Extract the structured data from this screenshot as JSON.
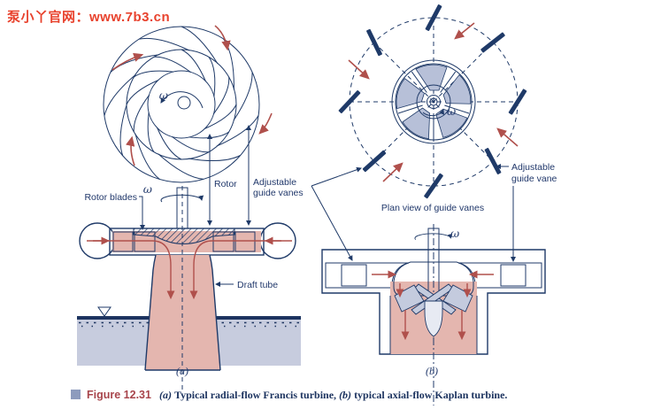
{
  "watermark": "泵小丫官网：www.7b3.cn",
  "symbols": {
    "omega": "ω"
  },
  "francis": {
    "rotor_blades_label": "Rotor blades",
    "rotor_label": "Rotor",
    "guide_vanes_label_line1": "Adjustable",
    "guide_vanes_label_line2": "guide vanes",
    "draft_tube_label": "Draft tube",
    "subfigure_label": "(a)"
  },
  "kaplan": {
    "plan_view_label": "Plan view of guide vanes",
    "guide_vane_label_line1": "Adjustable",
    "guide_vane_label_line2": "guide vane",
    "subfigure_label": "(b)"
  },
  "caption": {
    "marker": "Figure 12.31",
    "part_a": "(a)",
    "part_a_text": "Typical radial-flow Francis turbine,",
    "part_b": "(b)",
    "part_b_text": "typical axial-flow Kaplan turbine."
  },
  "colors": {
    "line_navy": "#1f3a68",
    "arrow_red": "#b0504c",
    "flow_pink": "#e4b6af",
    "casing_blue_gray": "#a9b3cd",
    "guide_box_gray": "#b9c2d7",
    "water_blue": "#c7ccde",
    "watermark_red": "#e8422d",
    "figure_label_red": "#a8454c",
    "caption_navy": "#1d3460"
  }
}
